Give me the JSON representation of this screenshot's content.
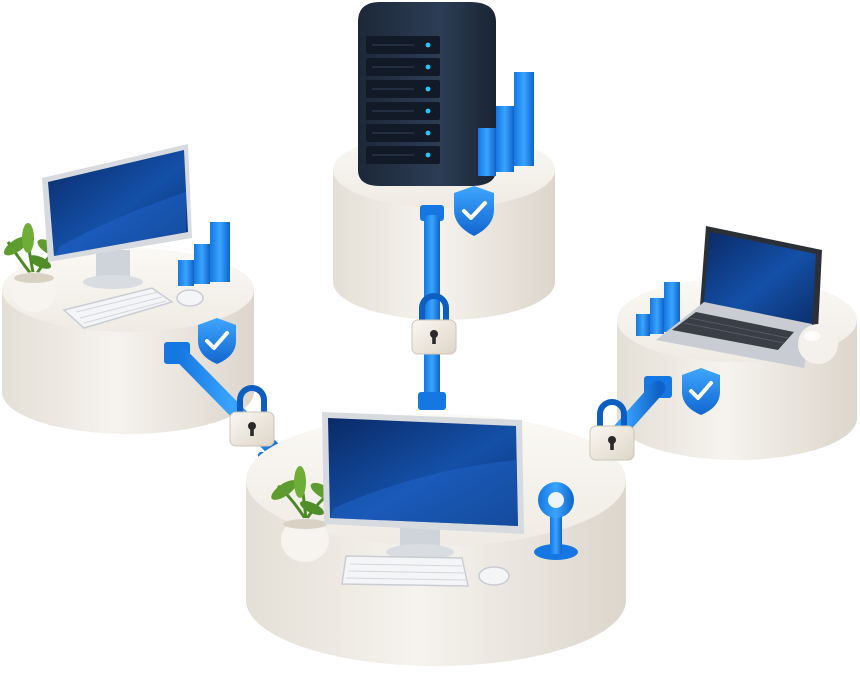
{
  "diagram": {
    "nodes": [
      {
        "id": "server",
        "kind": "server",
        "has_shield": true
      },
      {
        "id": "left-workstation",
        "kind": "desktop",
        "has_shield": true
      },
      {
        "id": "right-laptop",
        "kind": "laptop",
        "has_shield": true
      },
      {
        "id": "central-workstation",
        "kind": "desktop",
        "has_shield": false
      }
    ],
    "links": [
      {
        "from": "server",
        "to": "central-workstation",
        "secured_by": "padlock-icon"
      },
      {
        "from": "left-workstation",
        "to": "central-workstation",
        "secured_by": "padlock-icon"
      },
      {
        "from": "right-laptop",
        "to": "central-workstation",
        "secured_by": "padlock-icon"
      }
    ],
    "icons": [
      "server-icon",
      "desktop-monitor-icon",
      "laptop-icon",
      "keyboard-icon",
      "mouse-icon",
      "plant-icon",
      "bar-chart-icon",
      "shield-check-icon",
      "padlock-icon",
      "key-icon"
    ],
    "colors": {
      "accent": "#1e88f0",
      "accent_dark": "#0d5fbf",
      "pedestal": "#f2efe9",
      "pedestal_shade": "#ddd8cf",
      "screen": "#0b2f6b",
      "server_body": "#233246",
      "led": "#25c6ff",
      "lock_body": "#efe9df",
      "plant": "#5e9c2f"
    }
  }
}
